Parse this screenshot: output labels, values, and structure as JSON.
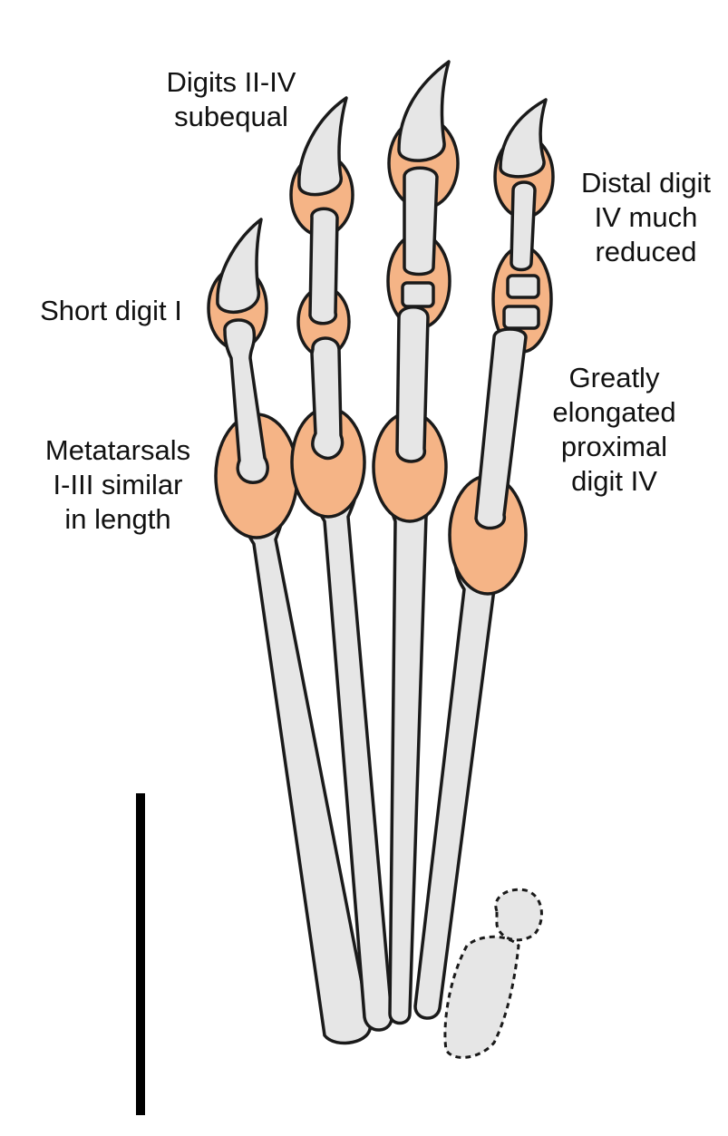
{
  "annotations": {
    "digits_ii_iv": [
      "Digits II-IV",
      "subequal"
    ],
    "short_digit_i": [
      "Short digit I"
    ],
    "distal_digit_iv": [
      "Distal digit",
      "IV much",
      "reduced"
    ],
    "metatarsals": [
      "Metatarsals",
      "I-III similar",
      "in length"
    ],
    "proximal_digit_iv": [
      "Greatly",
      "elongated",
      "proximal",
      "digit IV"
    ]
  },
  "colors": {
    "bone": "#e6e6e6",
    "joint": "#f5b486",
    "outline": "#1a1a1a",
    "scale_bar": "#000000"
  }
}
